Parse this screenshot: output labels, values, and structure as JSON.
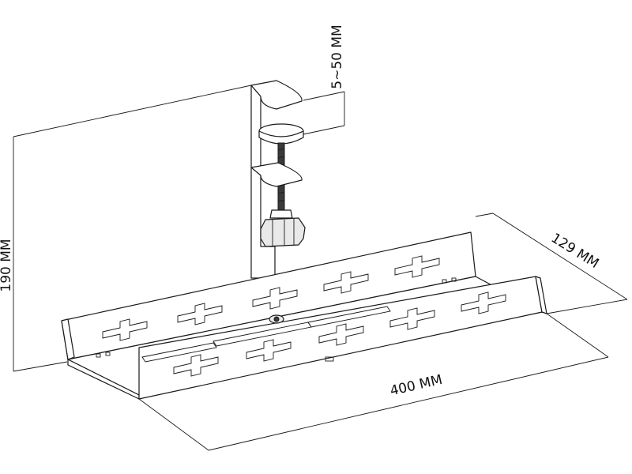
{
  "dimensions": {
    "height_label": "190 MM",
    "clamp_range_label": "5~50 MM",
    "depth_label": "129 MM",
    "width_label": "400 MM"
  },
  "colors": {
    "line": "#1a1a1a",
    "background": "#ffffff"
  },
  "icons": [
    "cable-tray",
    "desk-clamp"
  ]
}
